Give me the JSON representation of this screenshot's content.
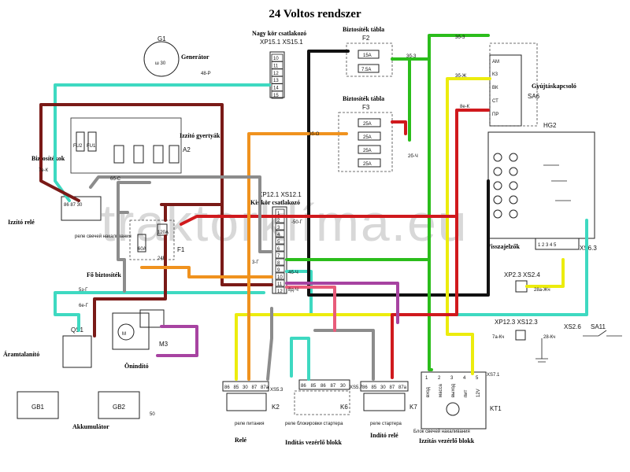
{
  "title": "24 Voltos rendszer",
  "watermark": "traktorklíma.eu",
  "labels": {
    "generator": "Generátor",
    "big_circuit": "Nagy kör csatlakozó",
    "fuse_board": "Biztosíték tábla",
    "fuse_board2": "Biztosíték tábla",
    "ignition_switch": "Gyújtáskapcsoló",
    "glow_plugs": "Izzító gyertyák",
    "fuses": "Biztosítékok",
    "glow_relay": "Izzító relé",
    "small_circuit": "Kis kör csatlakozó",
    "warning_lights": "Visszajelzők",
    "main_fuses": "Fő biztosíték",
    "master_switch": "Áramtalanító",
    "starter": "Önindító",
    "battery": "Akkumulátor",
    "relay": "Relé",
    "start_control": "Indítás vezérlő blokk",
    "starter_relay": "Indító relé",
    "glow_control": "Izzítás vezérlő blokk"
  },
  "refs": {
    "G1": "G1",
    "XP15": "XP15.1 XS15.1",
    "F2": "F2",
    "F3": "F3",
    "SA6": "SA6",
    "A2": "A2",
    "HG2": "HG2",
    "XP12": "XP12.1  XS12.1",
    "F1": "F1",
    "XS63": "XS6.3",
    "XP23": "XP2.3  XS2.4",
    "XP123": "XP12.3  XS12.3",
    "XS26": "XS2.6",
    "SA11": "SA11",
    "QS1": "QS1",
    "M3": "M3",
    "GB1": "GB1",
    "GB2": "GB2",
    "K2": "K2",
    "K6": "K6",
    "K7": "K7",
    "KT1": "KT1",
    "XS53": "XS5.3",
    "XS57": "XS5.7",
    "XS71": "XS7.1",
    "FU1": "FU1",
    "FU2": "FU2"
  },
  "ru_captions": {
    "glow_relay": "реле свечей накаливания",
    "power_relay": "реле питания",
    "block_relay": "реле блокировки стартера",
    "starter_relay": "реле стартера",
    "glow_block": "Блок свечей накаливания"
  },
  "fuse_values": {
    "f2": [
      "15A",
      "7.5A"
    ],
    "f3": [
      "25A",
      "25A",
      "25A",
      "25A"
    ],
    "f1": [
      "60A",
      "120A"
    ],
    "f1_mid": "24B"
  },
  "pin_rows": {
    "xs15": [
      "10",
      "11",
      "12",
      "13",
      "14",
      "15"
    ],
    "xs12": [
      "1",
      "2",
      "3",
      "4",
      "5",
      "6",
      "7",
      "8",
      "9",
      "10",
      "11",
      "12"
    ],
    "k2": [
      "86",
      "85",
      "30",
      "87",
      "87a"
    ],
    "k6": [
      "86",
      "85",
      "86",
      "87",
      "30"
    ],
    "k7": [
      "86",
      "85",
      "30",
      "87",
      "87a"
    ],
    "kt1": [
      "1",
      "2",
      "3",
      "4",
      "5"
    ]
  },
  "wire_codes": {
    "w48p": "48-Р",
    "w3g": "3б-З",
    "w3z": "3б-Ж",
    "w8ek": "8е-К",
    "w3bo": "3б-О",
    "w2bch": "2б-Ч",
    "w6bc": "6б-С",
    "w7ek": "7е-К",
    "w50g": "-50-Г",
    "w28zh": "28а-Жч",
    "w7ak": "7а-Кч",
    "w28k": "28-Кч",
    "w5g": "5з-Г",
    "w6g": "6е-Г",
    "w3g2": "3-Г",
    "w4bch": "4б-Ч",
    "w8ch": "8д-Ч",
    "w50": "50"
  },
  "kt1_cells": [
    "вход",
    "масса",
    "выход",
    "пит",
    "12V"
  ]
}
